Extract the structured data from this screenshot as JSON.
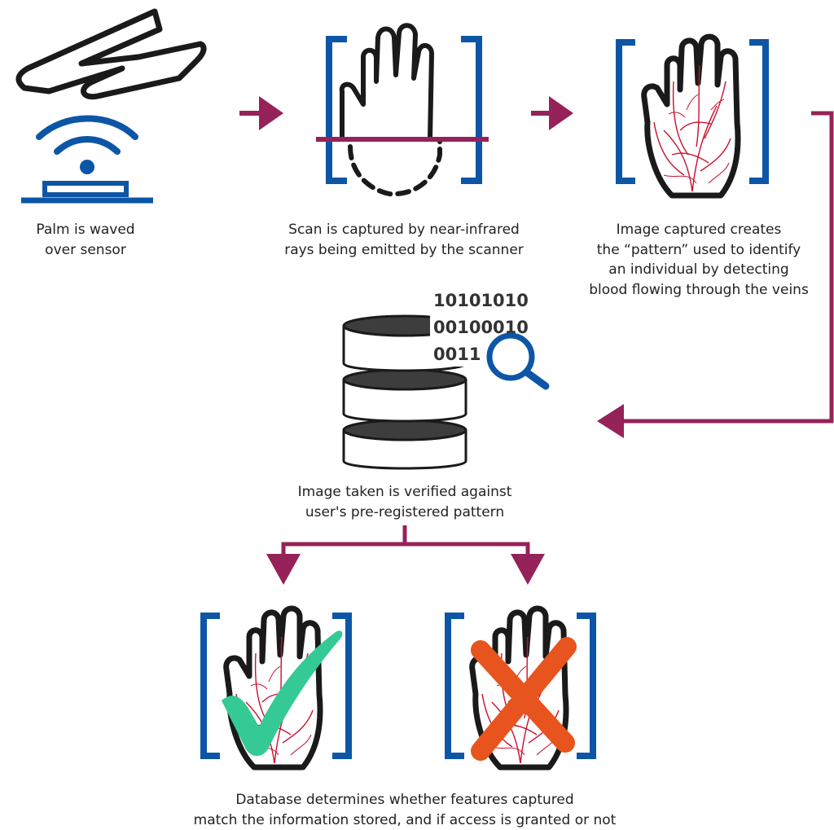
{
  "steps": [
    {
      "caption_lines": [
        "Palm is waved",
        "over sensor"
      ],
      "icon": "hand-over-sensor-icon"
    },
    {
      "caption_lines": [
        "Scan is captured by near-infrared",
        "rays being emitted by the scanner"
      ],
      "icon": "hand-scan-icon"
    },
    {
      "caption_lines": [
        "Image captured creates",
        "the “pattern” used to identify",
        "an individual by detecting",
        "blood flowing through the veins"
      ],
      "icon": "palm-vein-pattern-icon"
    },
    {
      "caption_lines": [
        "Image taken is verified against",
        "user's pre-registered pattern"
      ],
      "icon": "database-search-icon"
    },
    {
      "caption_lines": [
        "Database determines whether features captured",
        "match the information stored, and if access is granted or not"
      ],
      "icon": "match-result-icons"
    }
  ],
  "binary_lines": [
    "10101010",
    "00100010",
    "0011"
  ],
  "colors": {
    "arrow": "#952258",
    "frame_blue": "#0d56a6",
    "vein_red": "#c8102e",
    "outline": "#1a1a1a",
    "check_green": "#35c996",
    "cross_orange": "#e8541e",
    "text": "#222222"
  }
}
